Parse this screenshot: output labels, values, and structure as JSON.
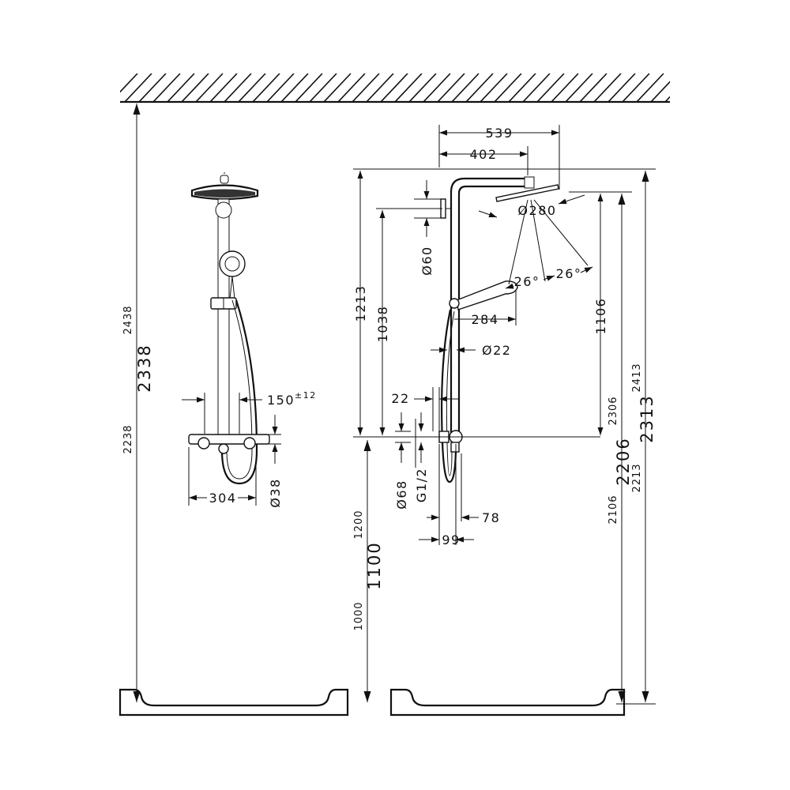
{
  "diagram": {
    "left_view": {
      "total_min": "2238",
      "total": "2338",
      "total_max": "2438",
      "spacing": "150",
      "spacing_tol": "±12",
      "width": "304",
      "diameter": "Ø38"
    },
    "right_view": {
      "overhead_reach": "539",
      "arm_length": "402",
      "head_diameter": "Ø280",
      "spray_angle_a": "26°",
      "spray_angle_b": "26°",
      "hand_shower_reach": "284",
      "holder_diameter": "Ø60",
      "pipe_diameter": "Ø22",
      "wall_gap": "22",
      "connection_diameter": "Ø68",
      "thread": "G1/2",
      "offset_a": "78",
      "offset_b": "99",
      "height_a": "1213",
      "height_b": "1038",
      "height_c": "1106",
      "mount_min": "1000",
      "mount": "1100",
      "mount_max": "1200",
      "head_height_min": "2106",
      "head_height": "2206",
      "head_height_max": "2306",
      "top_min": "2213",
      "top": "2313",
      "top_max": "2413"
    }
  }
}
